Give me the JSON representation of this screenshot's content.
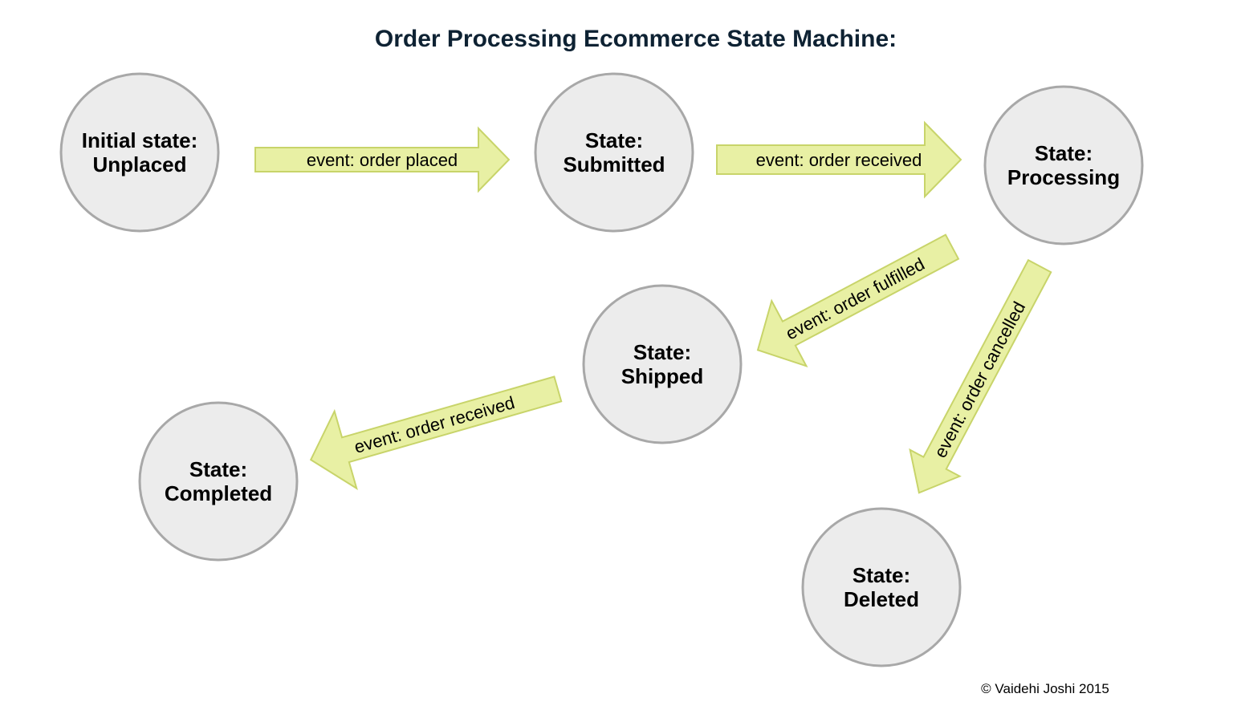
{
  "title": "Order Processing Ecommerce State Machine:",
  "copyright": "© Vaidehi Joshi 2015",
  "colors": {
    "title": "#0e2233",
    "state_fill": "#ececec",
    "state_stroke": "#a8a8a8",
    "arrow_fill": "#e8f0a4",
    "arrow_stroke": "#c8d46a"
  },
  "states": {
    "unplaced": {
      "line1": "Initial state:",
      "line2": "Unplaced"
    },
    "submitted": {
      "line1": "State:",
      "line2": "Submitted"
    },
    "processing": {
      "line1": "State:",
      "line2": "Processing"
    },
    "shipped": {
      "line1": "State:",
      "line2": "Shipped"
    },
    "completed": {
      "line1": "State:",
      "line2": "Completed"
    },
    "deleted": {
      "line1": "State:",
      "line2": "Deleted"
    }
  },
  "transitions": {
    "order_placed": {
      "from": "Unplaced",
      "to": "Submitted",
      "label": "event: order placed"
    },
    "order_received_1": {
      "from": "Submitted",
      "to": "Processing",
      "label": "event: order received"
    },
    "order_fulfilled": {
      "from": "Processing",
      "to": "Shipped",
      "label": "event: order fulfilled"
    },
    "order_received_2": {
      "from": "Shipped",
      "to": "Completed",
      "label": "event: order received"
    },
    "order_cancelled": {
      "from": "Processing",
      "to": "Deleted",
      "label": "event: order cancelled"
    }
  }
}
